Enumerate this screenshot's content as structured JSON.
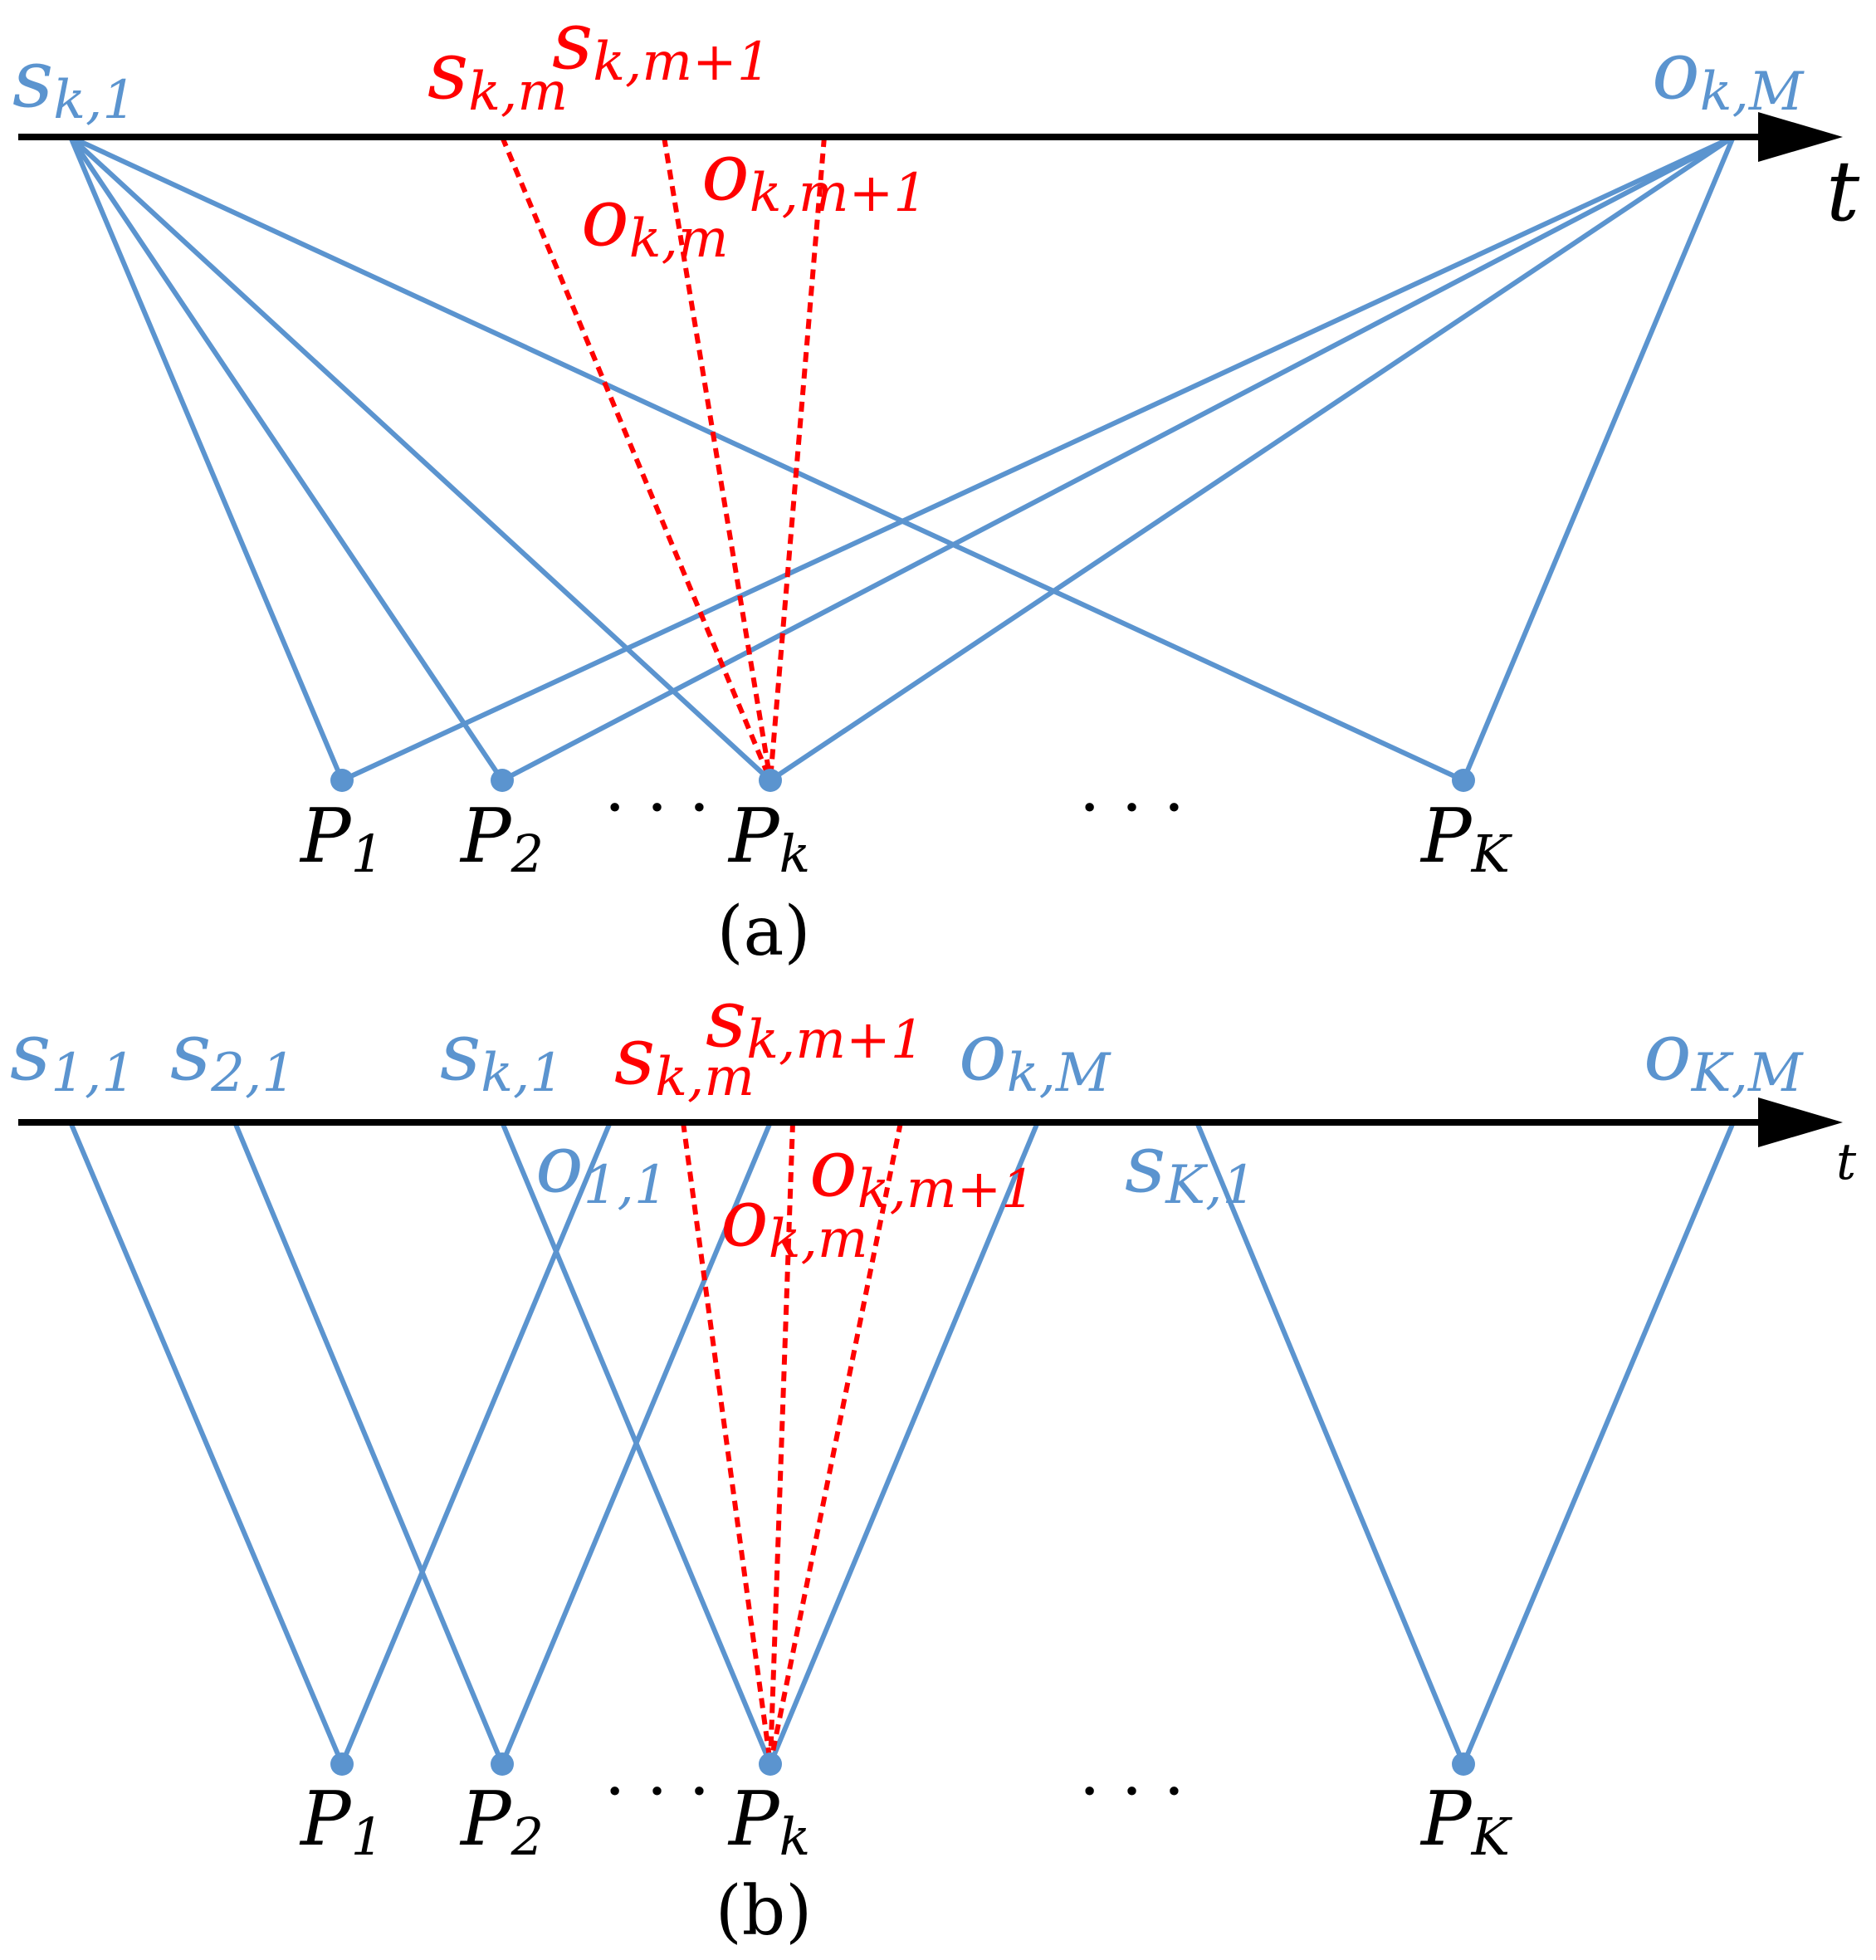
{
  "colors": {
    "blue": "#5b94cf",
    "red": "#ff0000",
    "black": "#000000"
  },
  "panel_a": {
    "caption": "(a)",
    "axis_label": "t",
    "top_labels": {
      "s_k1": {
        "base": "s",
        "sub": "k,1"
      },
      "s_km": {
        "base": "s",
        "sub": "k,m"
      },
      "s_km1": {
        "base": "s",
        "sub": "k,m+1"
      },
      "o_km": {
        "base": "o",
        "sub": "k,m"
      },
      "o_km1": {
        "base": "o",
        "sub": "k,m+1"
      },
      "o_kM": {
        "base": "o",
        "sub": "k,M"
      }
    },
    "nodes": {
      "p1": {
        "base": "P",
        "sub": "1"
      },
      "p2": {
        "base": "P",
        "sub": "2"
      },
      "pk": {
        "base": "P",
        "sub": "k"
      },
      "pK": {
        "base": "P",
        "sub": "K"
      }
    },
    "ellipsis": "· · ·"
  },
  "panel_b": {
    "caption": "(b)",
    "axis_label": "t",
    "top_labels": {
      "s_11": {
        "base": "s",
        "sub": "1,1"
      },
      "s_21": {
        "base": "s",
        "sub": "2,1"
      },
      "s_k1": {
        "base": "s",
        "sub": "k,1"
      },
      "o_11": {
        "base": "o",
        "sub": "1,1"
      },
      "s_km": {
        "base": "s",
        "sub": "k,m"
      },
      "s_km1": {
        "base": "s",
        "sub": "k,m+1"
      },
      "o_km": {
        "base": "o",
        "sub": "k,m"
      },
      "o_km1": {
        "base": "o",
        "sub": "k,m+1"
      },
      "o_kM": {
        "base": "o",
        "sub": "k,M"
      },
      "s_K1": {
        "base": "s",
        "sub": "K,1"
      },
      "o_KM": {
        "base": "o",
        "sub": "K,M"
      }
    },
    "nodes": {
      "p1": {
        "base": "P",
        "sub": "1"
      },
      "p2": {
        "base": "P",
        "sub": "2"
      },
      "pk": {
        "base": "P",
        "sub": "k"
      },
      "pK": {
        "base": "P",
        "sub": "K"
      }
    },
    "ellipsis": "· · ·"
  }
}
